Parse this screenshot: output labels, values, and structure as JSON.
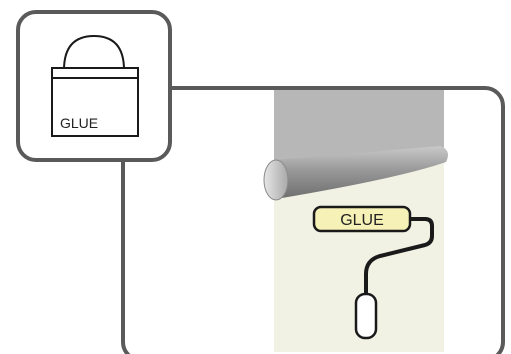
{
  "inset": {
    "label": "GLUE",
    "icon": "glue-bucket-icon"
  },
  "scene": {
    "roller_label": "GLUE",
    "wall_strip_icon": "wallpaper-strip",
    "rolled_wallpaper_icon": "wallpaper-roll-icon",
    "roller_icon": "paint-roller-icon"
  },
  "colors": {
    "frame_stroke": "#5a5a5a",
    "wallpaper_panel": "#f1f2e4",
    "wallpaper_top": "#b7b7b7",
    "roller_cover": "#f6f1b6",
    "roll_gray": "#9c9c9c"
  }
}
